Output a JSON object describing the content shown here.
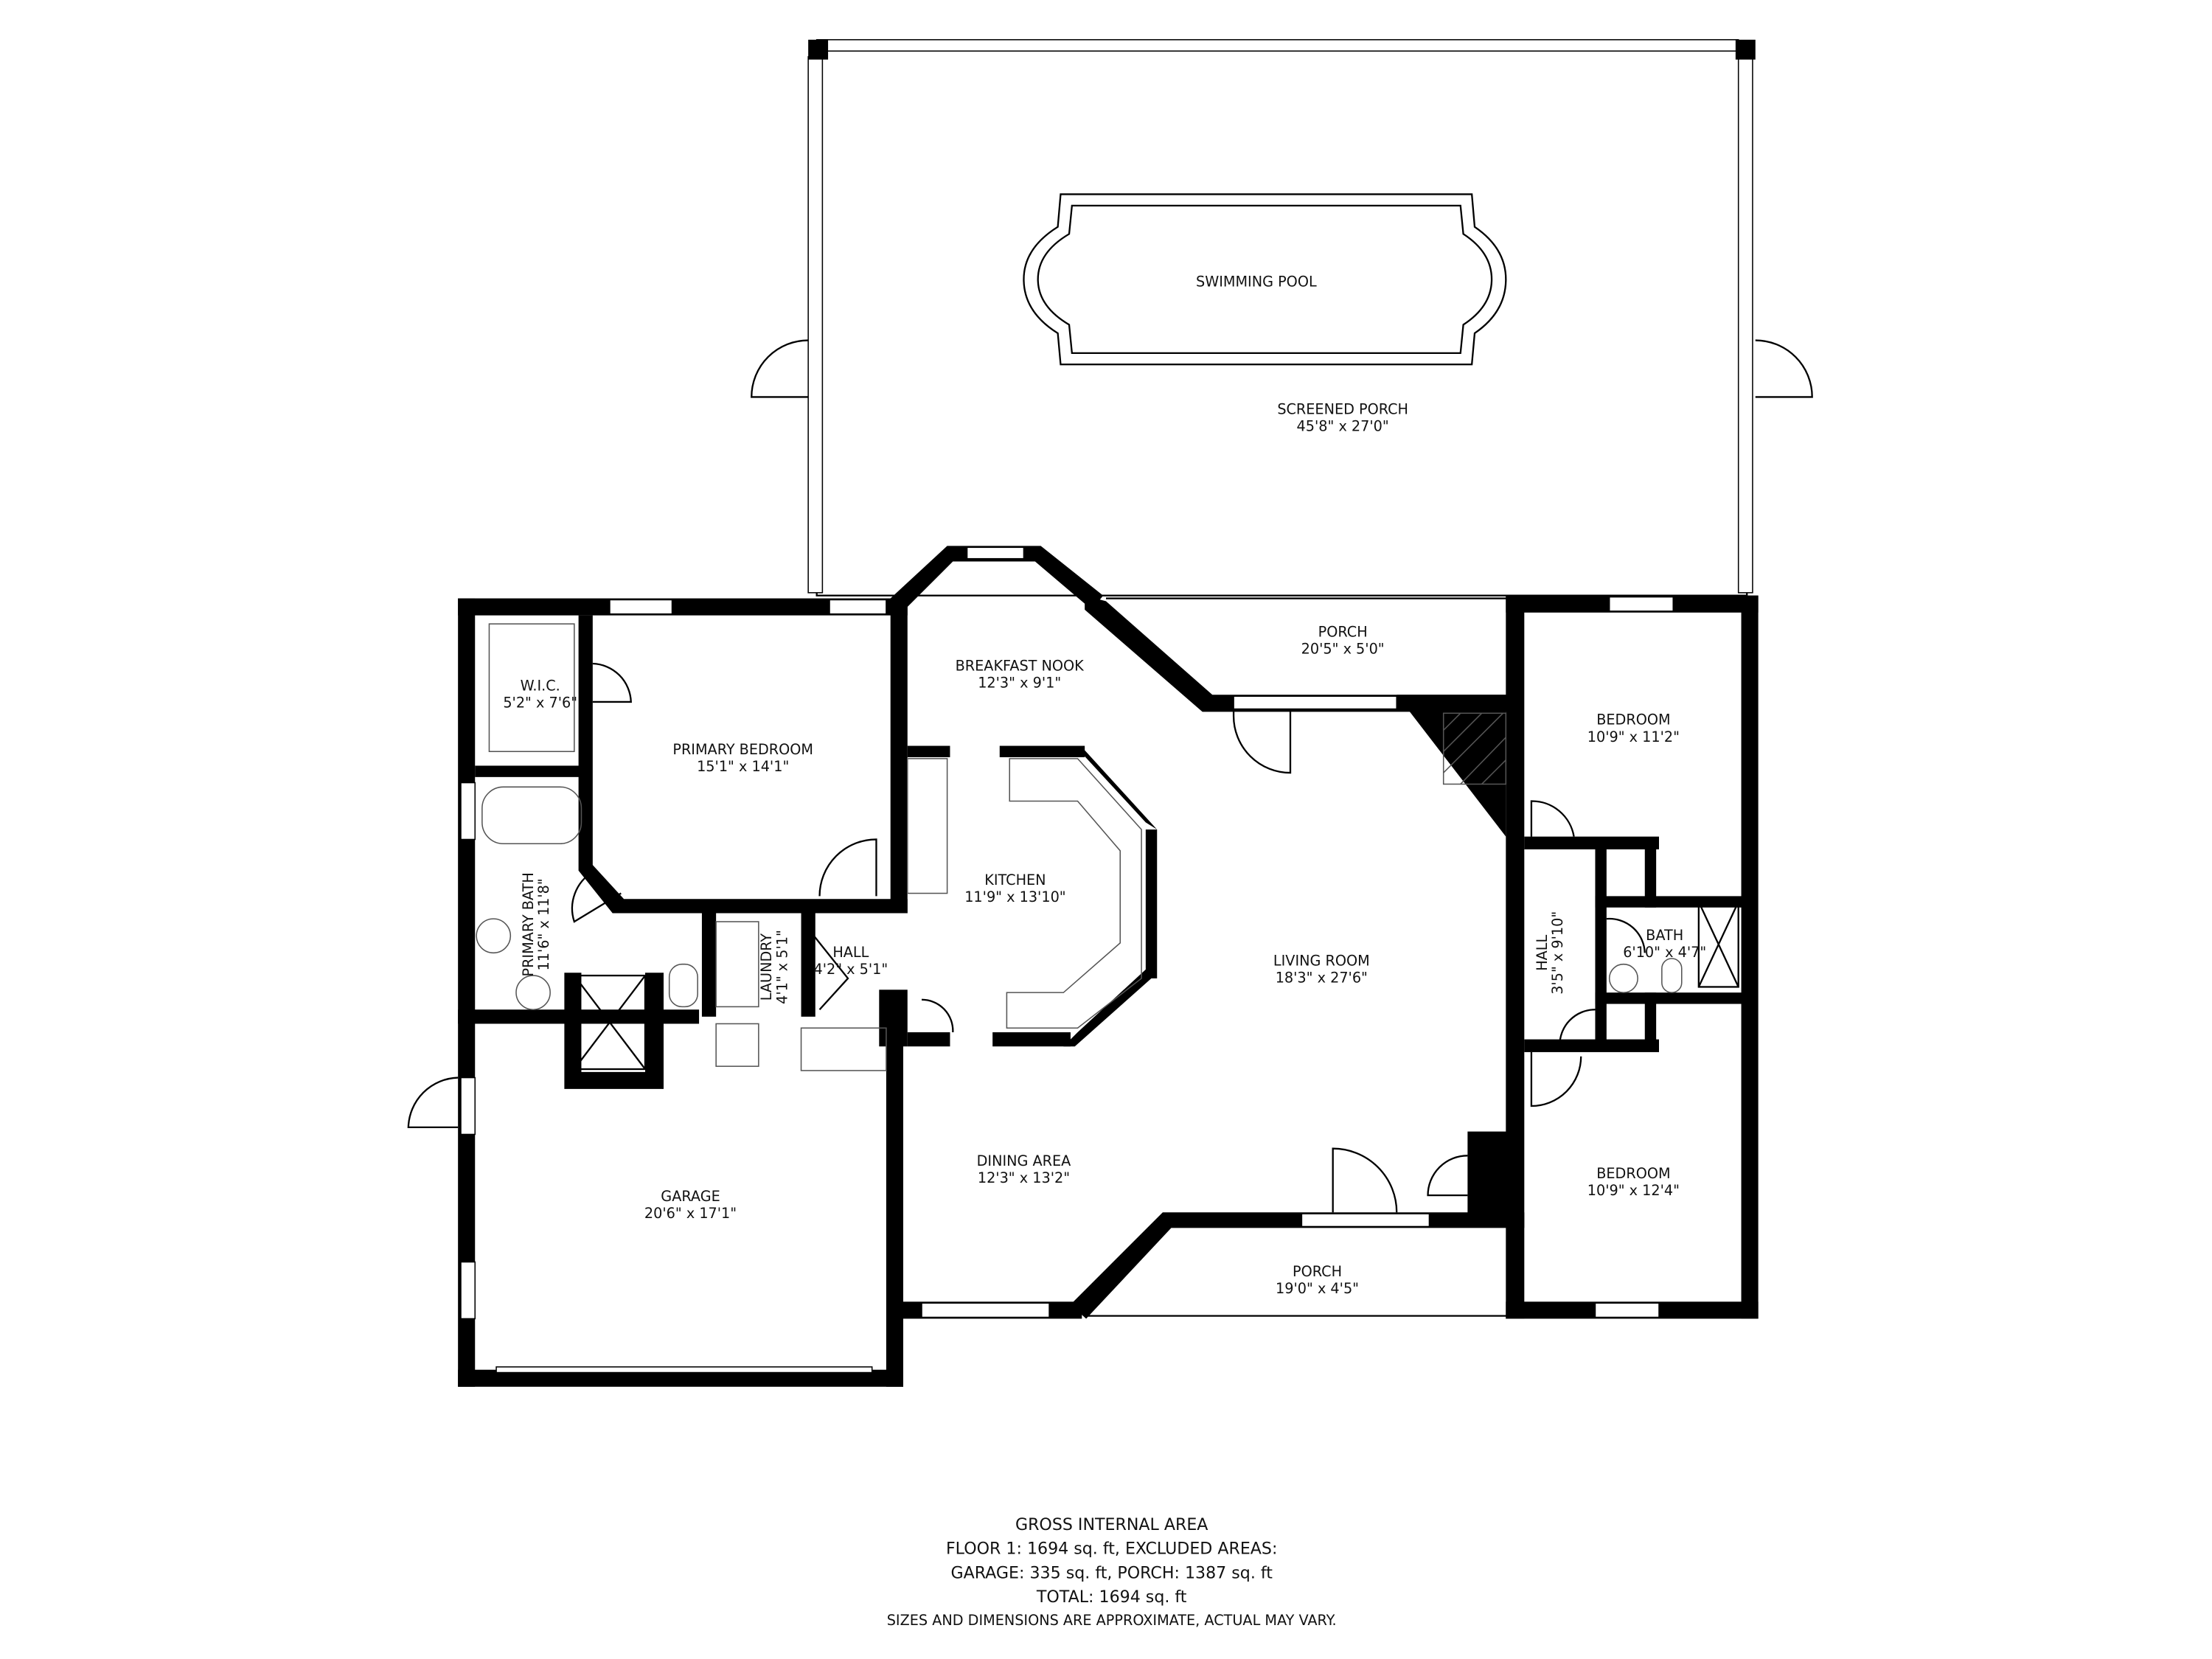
{
  "rooms": {
    "swimming_pool": {
      "name": "SWIMMING POOL"
    },
    "screened_porch": {
      "name": "SCREENED PORCH",
      "dims": "45'8\" x 27'0\""
    },
    "porch_rear": {
      "name": "PORCH",
      "dims": "20'5\" x 5'0\""
    },
    "breakfast_nook": {
      "name": "BREAKFAST NOOK",
      "dims": "12'3\" x 9'1\""
    },
    "wic": {
      "name": "W.I.C.",
      "dims": "5'2\" x 7'6\""
    },
    "primary_bedroom": {
      "name": "PRIMARY BEDROOM",
      "dims": "15'1\" x 14'1\""
    },
    "primary_bath": {
      "name": "PRIMARY BATH",
      "dims": "11'6\" x 11'8\""
    },
    "laundry": {
      "name": "LAUNDRY",
      "dims": "4'1\" x 5'1\""
    },
    "hall_left": {
      "name": "HALL",
      "dims": "4'2\" x 5'1\""
    },
    "kitchen": {
      "name": "KITCHEN",
      "dims": "11'9\" x 13'10\""
    },
    "living_room": {
      "name": "LIVING ROOM",
      "dims": "18'3\" x 27'6\""
    },
    "bedroom_1": {
      "name": "BEDROOM",
      "dims": "10'9\" x 11'2\""
    },
    "hall_right": {
      "name": "HALL",
      "dims": "3'5\" x 9'10\""
    },
    "bath": {
      "name": "BATH",
      "dims": "6'10\" x 4'7\""
    },
    "bedroom_2": {
      "name": "BEDROOM",
      "dims": "10'9\" x 12'4\""
    },
    "dining_area": {
      "name": "DINING AREA",
      "dims": "12'3\" x 13'2\""
    },
    "garage": {
      "name": "GARAGE",
      "dims": "20'6\" x 17'1\""
    },
    "porch_front": {
      "name": "PORCH",
      "dims": "19'0\" x 4'5\""
    }
  },
  "area_summary": {
    "title": "GROSS INTERNAL AREA",
    "line1": "FLOOR 1: 1694 sq. ft, EXCLUDED AREAS:",
    "line2": "GARAGE: 335 sq. ft, PORCH: 1387 sq. ft",
    "line3": "TOTAL: 1694 sq. ft",
    "disclaimer": "SIZES AND DIMENSIONS ARE APPROXIMATE, ACTUAL MAY VARY."
  },
  "colors": {
    "walls": "#000000",
    "background": "#ffffff"
  }
}
